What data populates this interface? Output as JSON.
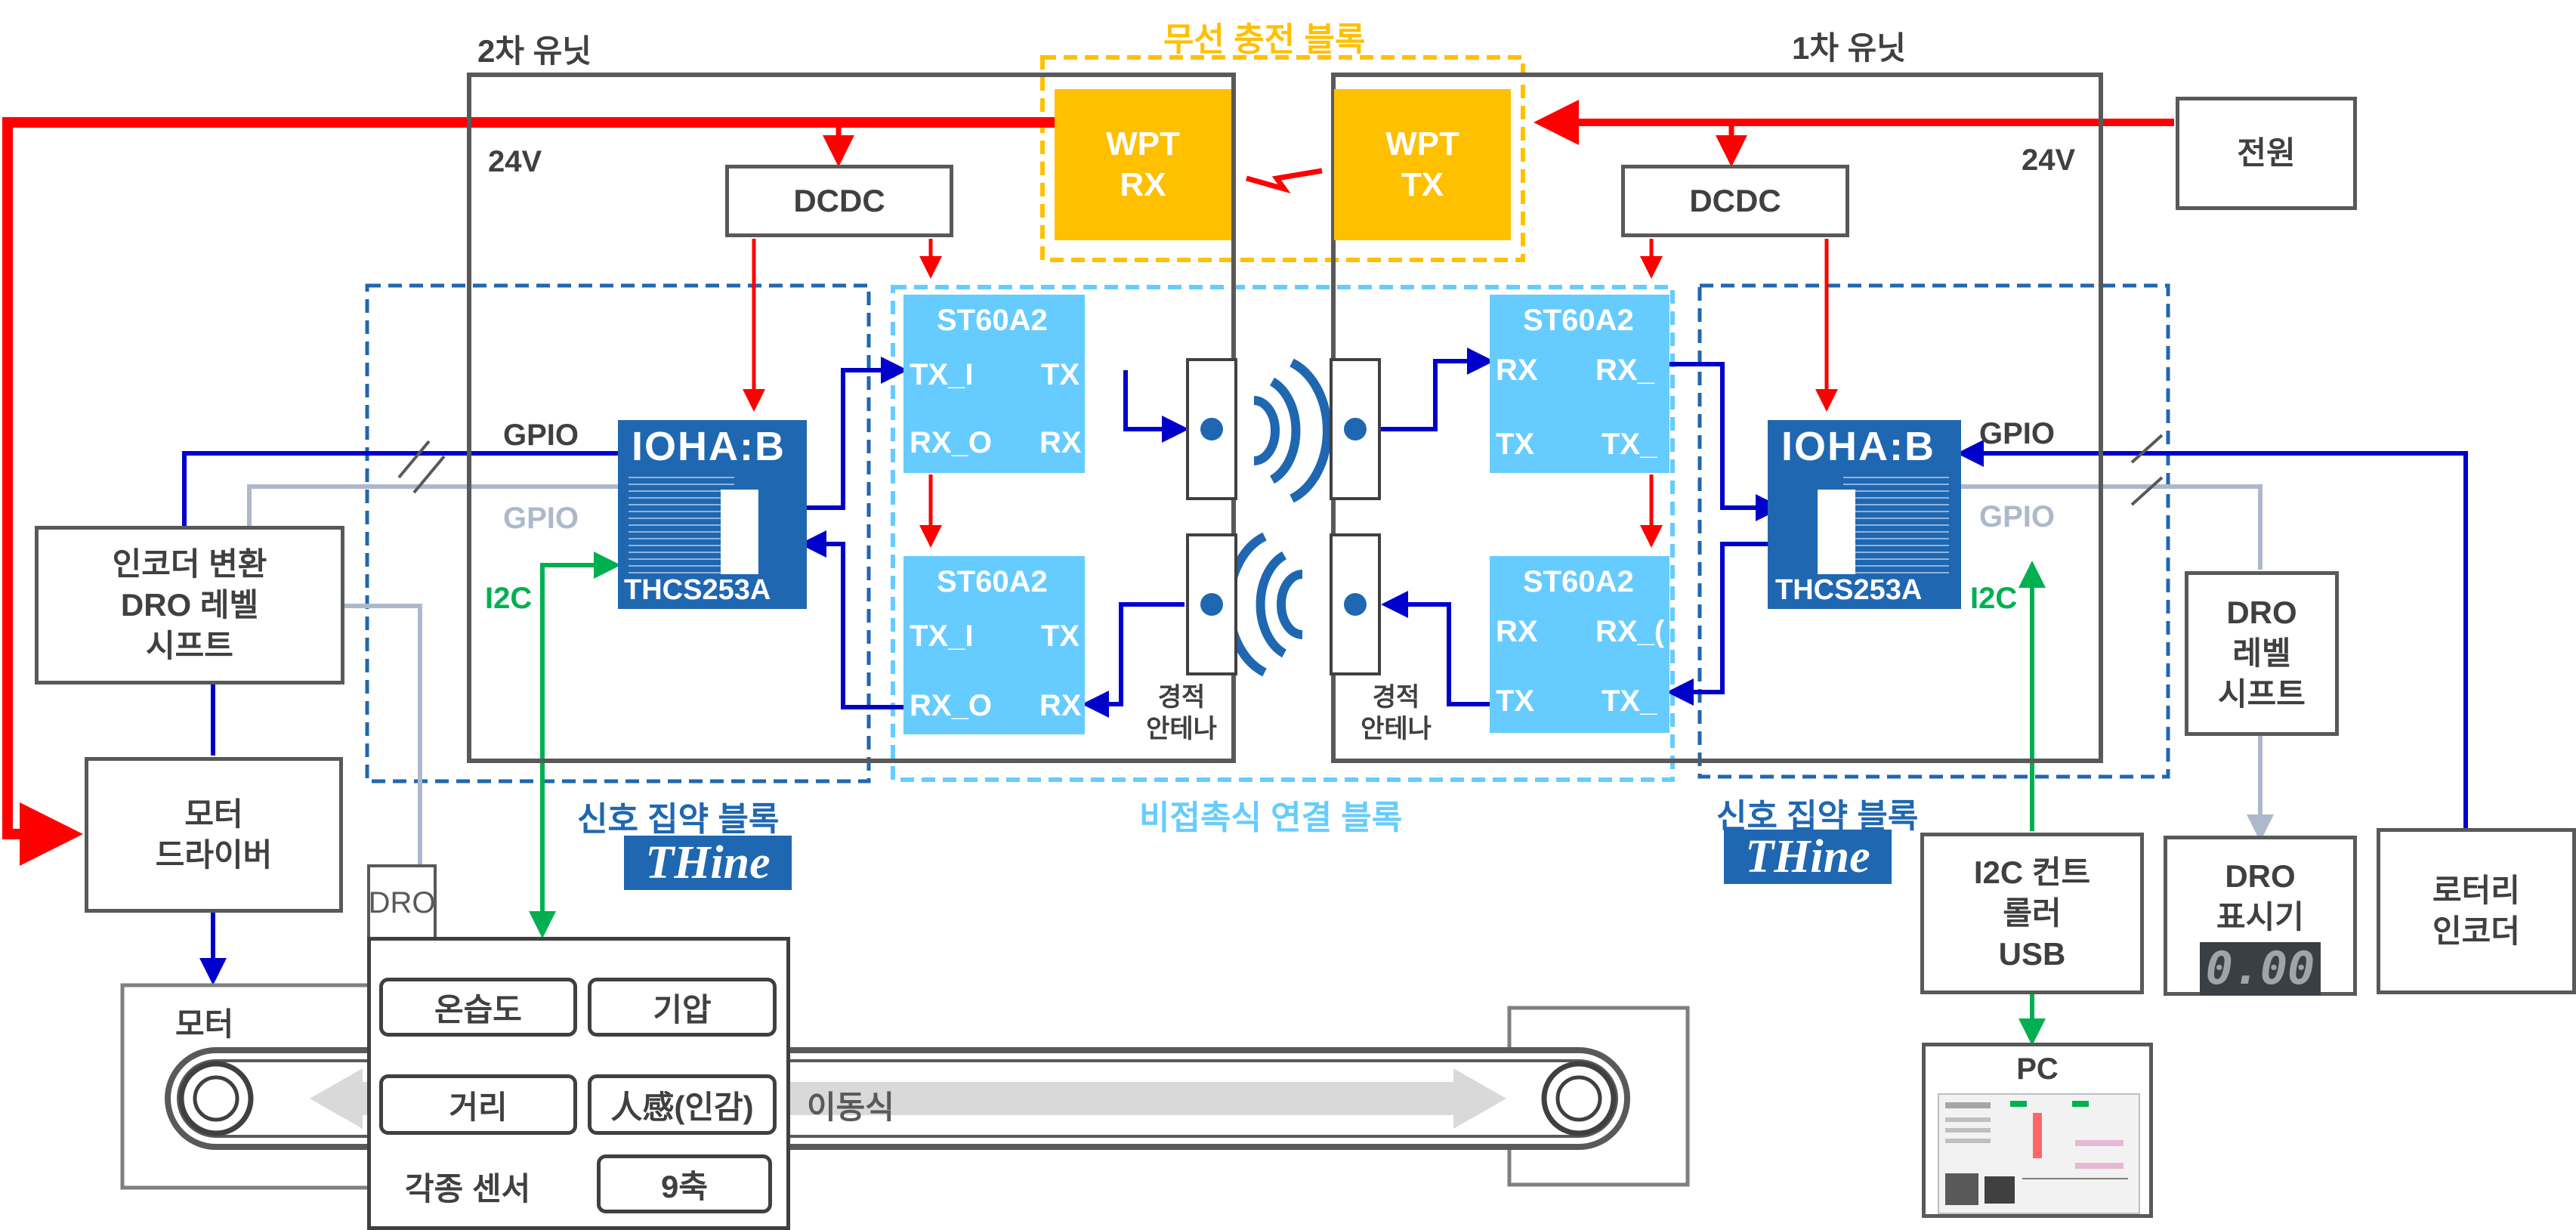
{
  "blocks": {
    "wireless_charging": "무선 충전 블록",
    "contactless": "비접촉식 연결 블록",
    "signal_left": "신호 집약 블록",
    "signal_right": "신호 집약 블록"
  },
  "units": {
    "secondary": "2차 유닛",
    "primary": "1차 유닛",
    "voltage": "24V"
  },
  "wpt": {
    "rx": "WPT\nRX",
    "tx": "WPT\nTX"
  },
  "dcdc": "DCDC",
  "power": "전원",
  "st60": {
    "name": "ST60A2",
    "left_top": [
      "TX_I",
      "TX",
      "RX_O",
      "RX"
    ],
    "left_bottom": [
      "TX_I",
      "TX",
      "RX_O",
      "RX"
    ],
    "right_top": [
      "RX",
      "RX_",
      "TX",
      "TX_"
    ],
    "right_bottom": [
      "RX",
      "RX_(",
      "TX",
      "TX_"
    ]
  },
  "ioha": {
    "title": "IOHA:B",
    "part": "THCS253A"
  },
  "signals": {
    "gpio": "GPIO",
    "i2c": "I2C"
  },
  "antenna": "경적\n안테나",
  "left_side": {
    "encoder_shift": "인코더 변환\nDRO 레벨\n시프트",
    "motor_driver": "모터\n드라이버",
    "motor": "모터",
    "dro_tab": "DRO",
    "sensors": [
      "온습도",
      "기압",
      "거리",
      "人感(인감)",
      "9축"
    ],
    "sensors_label": "각종 센서",
    "moving": "이동식"
  },
  "right_side": {
    "dro_shift": "DRO\n레벨\n시프트",
    "i2c_usb": "I2C 컨트\n롤러\nUSB",
    "dro_display": "DRO\n표시기",
    "dro_digits": "0.00",
    "rotary_encoder": "로터리\n인코더",
    "pc": "PC"
  },
  "logo": "THine",
  "colors": {
    "power": "#FF0000",
    "signal": "#0000CC",
    "gpio_alt": "#ADB9CA",
    "i2c": "#00B050",
    "st60": "#66CCFF",
    "ioha": "#1F67B1",
    "wpt": "#FFC000"
  }
}
